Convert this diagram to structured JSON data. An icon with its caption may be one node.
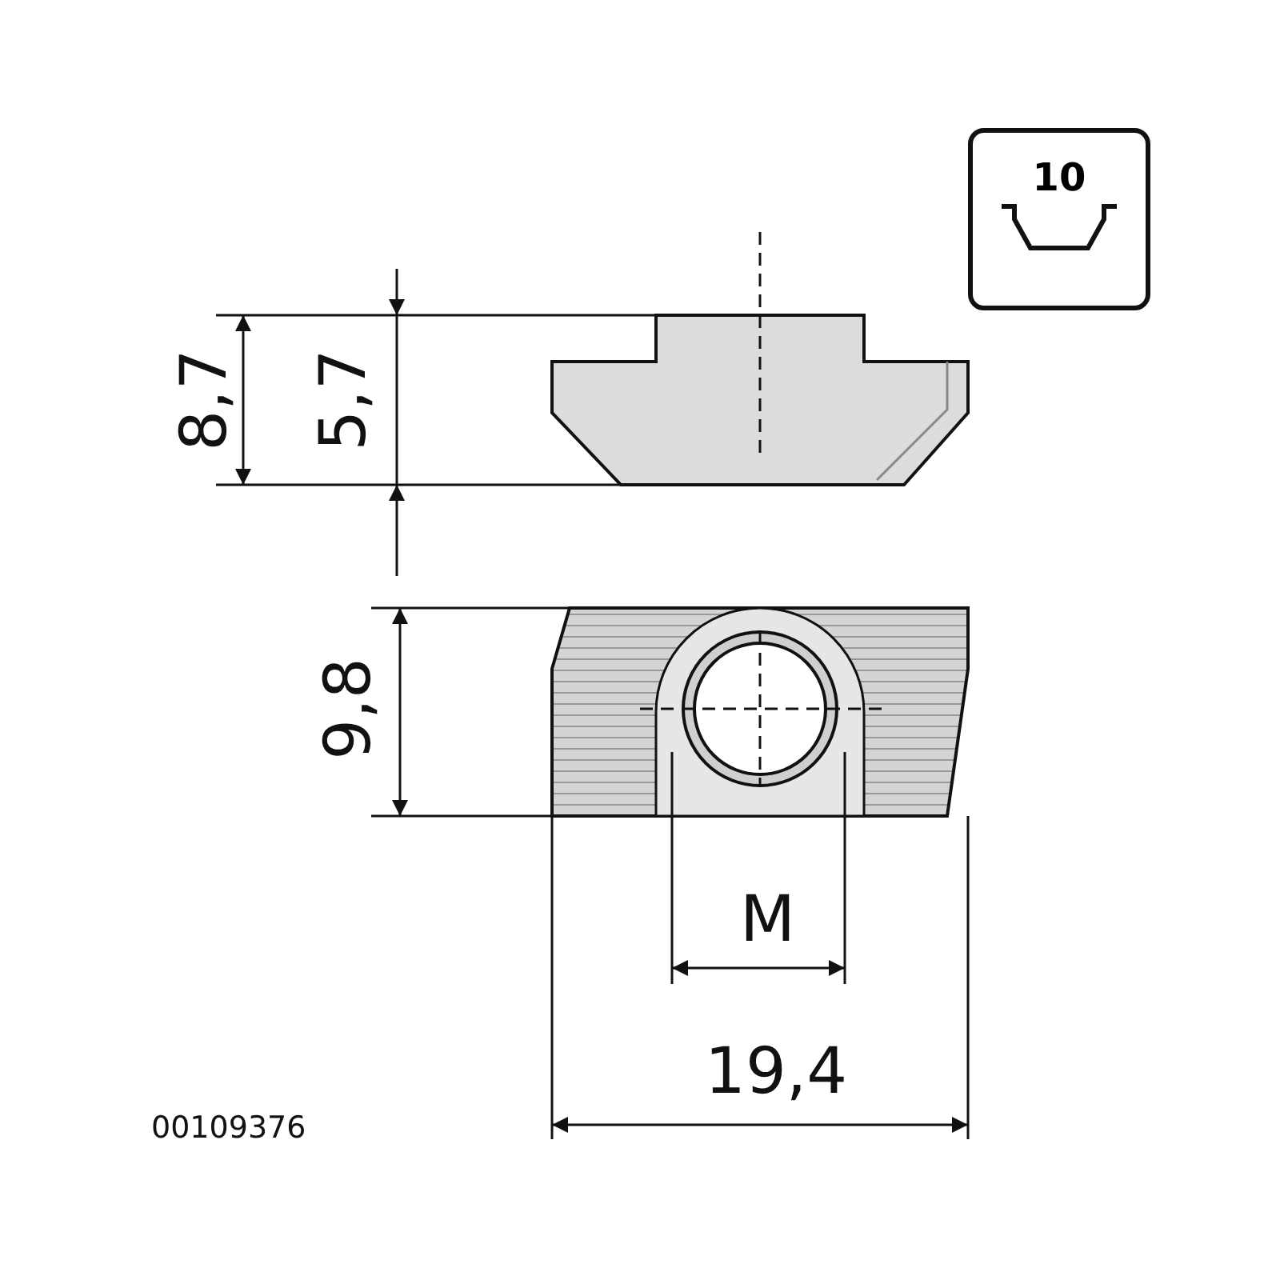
{
  "diagram": {
    "nodes": [
      {
        "text": [
          "10"
        ]
      }
    ],
    "labels": [
      "8,7",
      "5,7",
      "9,8",
      "M",
      "19,4",
      "00109376"
    ]
  }
}
